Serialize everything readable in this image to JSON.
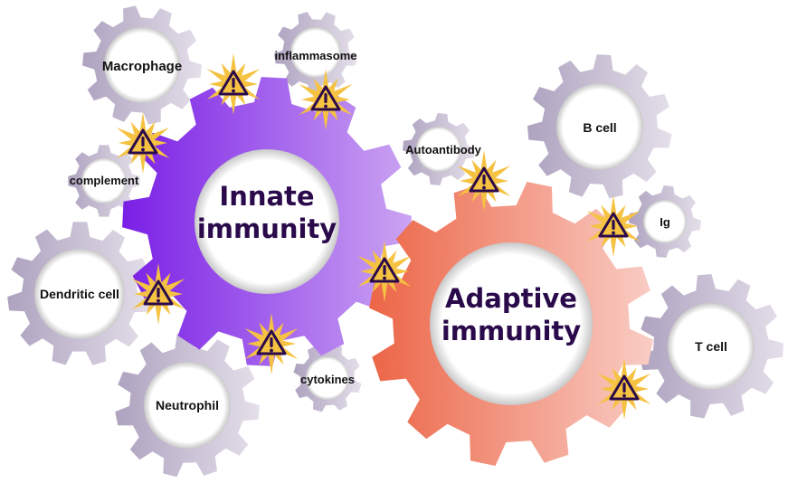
{
  "colors": {
    "innate_start": "#7a1fe6",
    "innate_end": "#cba4f2",
    "adaptive_start": "#ec6546",
    "adaptive_end": "#f9cdc5",
    "small_start": "#aea2bf",
    "small_end": "#e4dfea",
    "warning": "#f5c242",
    "warning_outline": "#2a0a4a"
  },
  "main_gears": [
    {
      "id": "innate",
      "line1": "Innate",
      "line2": "immunity"
    },
    {
      "id": "adaptive",
      "line1": "Adaptive",
      "line2": "immunity"
    }
  ],
  "small_gears": [
    {
      "id": "macrophage",
      "label": "Macrophage"
    },
    {
      "id": "inflammasome",
      "label": "inflammasome"
    },
    {
      "id": "complement",
      "label": "complement"
    },
    {
      "id": "dendritic",
      "label": "Dendritic cell"
    },
    {
      "id": "neutrophil",
      "label": "Neutrophil"
    },
    {
      "id": "cytokines",
      "label": "cytokines"
    },
    {
      "id": "autoantibody",
      "label": "Autoantibody"
    },
    {
      "id": "bcell",
      "label": "B cell"
    },
    {
      "id": "ig",
      "label": "Ig"
    },
    {
      "id": "tcell",
      "label": "T cell"
    }
  ],
  "warning_icon": "warning-triangle-icon"
}
